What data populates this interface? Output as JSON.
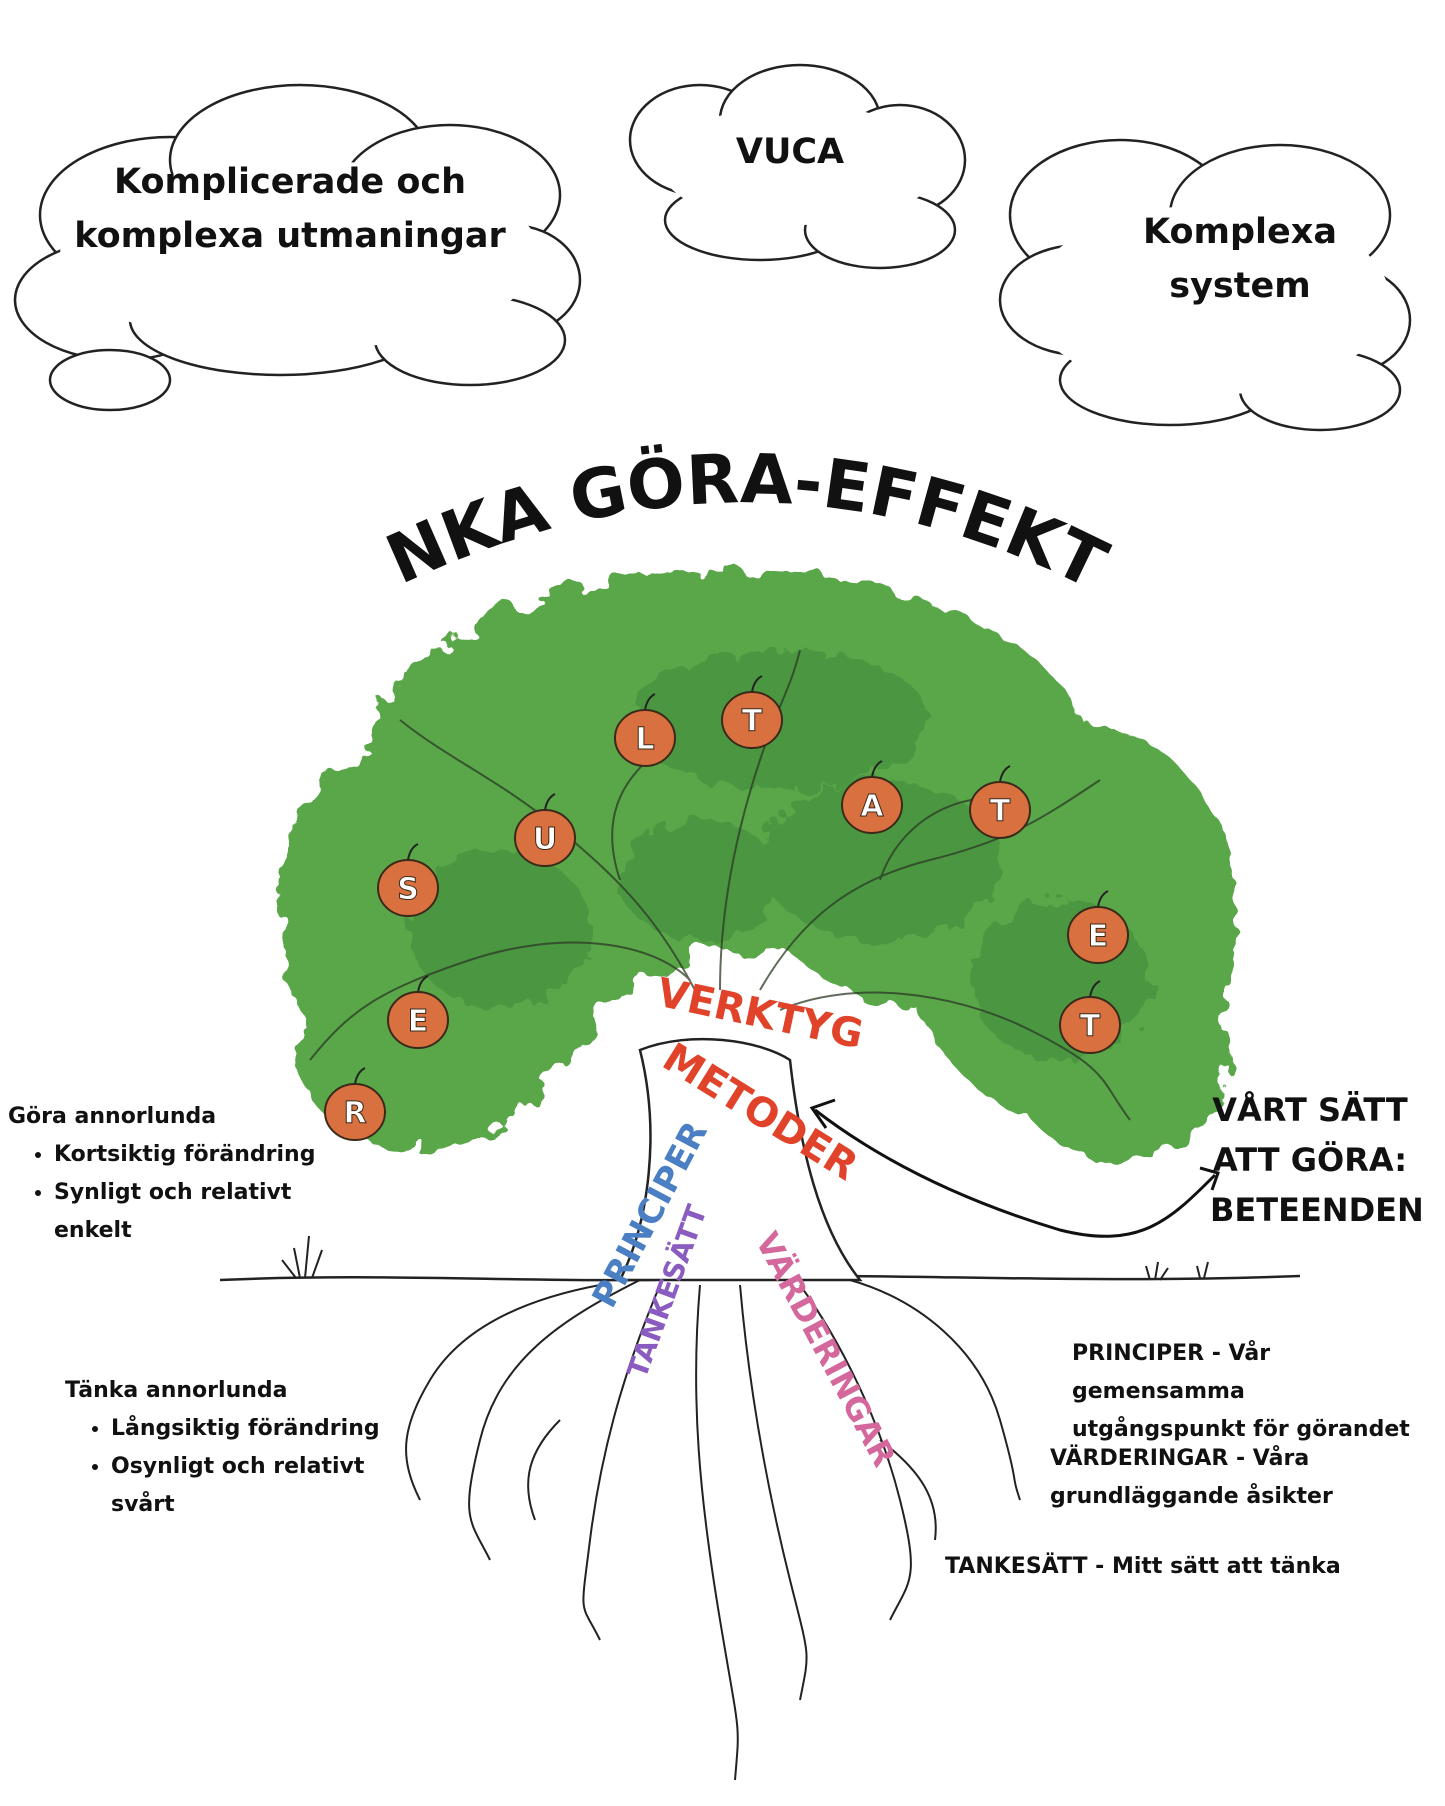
{
  "colors": {
    "foliage": "#5aa74a",
    "foliage_dark": "#3f8a3a",
    "fruit": "#d9703f",
    "tools": "#e0432a",
    "principles": "#4a7fc4",
    "mindset": "#8a5cc0",
    "values": "#d4679c",
    "ink": "#111111"
  },
  "clouds": [
    {
      "lines": [
        "Komplicerade och",
        "komplexa utmaningar"
      ]
    },
    {
      "lines": [
        "VUCA"
      ]
    },
    {
      "lines": [
        "Komplexa",
        "system"
      ]
    }
  ],
  "title": "TÄNKA GÖRA-EFFEKTEN",
  "fruit_letters": [
    "R",
    "E",
    "S",
    "U",
    "L",
    "T",
    "A",
    "T",
    "E",
    "T"
  ],
  "trunk_words": [
    "VERKTYG",
    "METODER"
  ],
  "root_words": {
    "principles": "PRINCIPER",
    "mindset": "TANKESÄTT",
    "values": "VÄRDERINGAR"
  },
  "behavior": {
    "lines": [
      "VÅRT SÄTT",
      "ATT GÖRA:",
      "BETEENDEN"
    ]
  },
  "do_differently": {
    "heading": "Göra annorlunda",
    "bullets": [
      "Kortsiktig förändring",
      "Synligt och relativt enkelt"
    ]
  },
  "think_differently": {
    "heading": "Tänka annorlunda",
    "bullets": [
      "Långsiktig förändring",
      "Osynligt och relativt svårt"
    ]
  },
  "definitions": [
    {
      "lines": [
        "PRINCIPER - Vår gemensamma",
        "utgångspunkt för görandet"
      ]
    },
    {
      "lines": [
        "VÄRDERINGAR - Våra",
        "grundläggande åsikter"
      ]
    },
    {
      "lines": [
        "TANKESÄTT - Mitt sätt att tänka"
      ]
    }
  ]
}
